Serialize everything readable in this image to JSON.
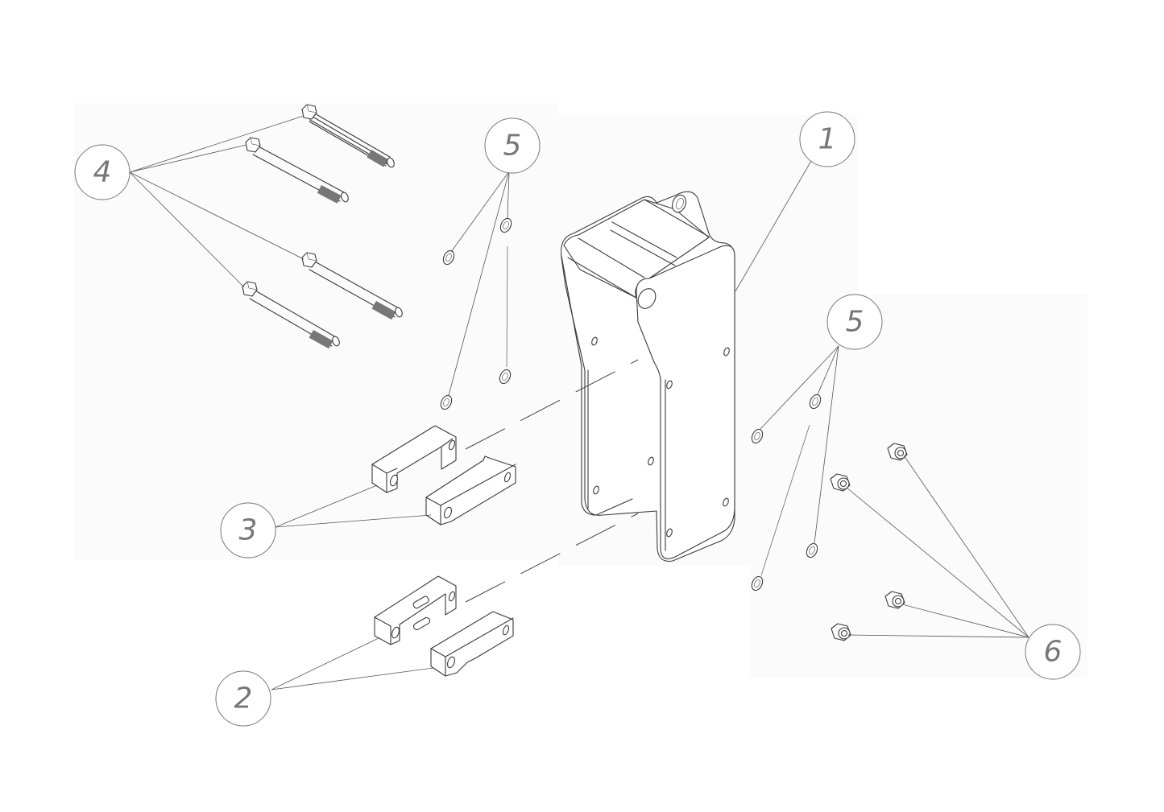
{
  "drawing": {
    "type": "exploded assembly view",
    "background": "#ffffff",
    "line_color": "#3a3a3a",
    "balloon_color": "#777777"
  },
  "balloons": [
    {
      "id": "b1",
      "label": "1",
      "part": "main-bracket"
    },
    {
      "id": "b2",
      "label": "2",
      "part": "slotted-spacer-block"
    },
    {
      "id": "b3",
      "label": "3",
      "part": "spacer-block"
    },
    {
      "id": "b4",
      "label": "4",
      "part": "hex-bolt"
    },
    {
      "id": "b5a",
      "label": "5",
      "part": "washer"
    },
    {
      "id": "b5b",
      "label": "5",
      "part": "washer"
    },
    {
      "id": "b6",
      "label": "6",
      "part": "hex-nut"
    }
  ],
  "parts": {
    "bracket": {
      "qty": 1
    },
    "spacer_slotted": {
      "qty": 2
    },
    "spacer": {
      "qty": 2
    },
    "bolts": {
      "qty": 4
    },
    "washers_left": {
      "qty": 4
    },
    "washers_right": {
      "qty": 4
    },
    "nuts": {
      "qty": 4
    }
  }
}
